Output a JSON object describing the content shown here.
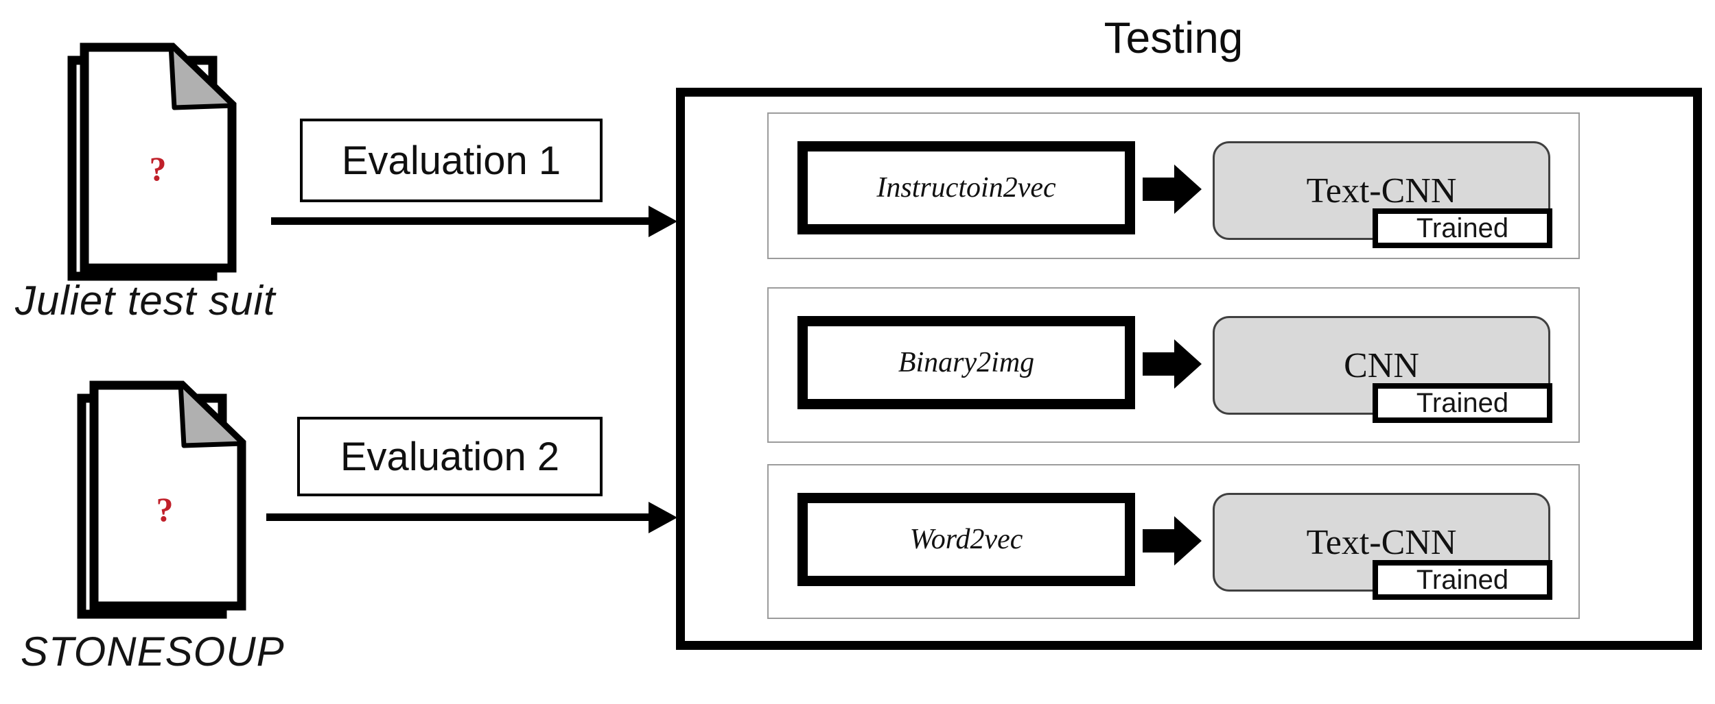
{
  "title": "Testing",
  "sources": [
    {
      "label": "Juliet test suit",
      "icon_text": "?"
    },
    {
      "label": "STONESOUP",
      "icon_text": "?"
    }
  ],
  "evaluations": [
    {
      "label": "Evaluation 1"
    },
    {
      "label": "Evaluation 2"
    }
  ],
  "pipelines": [
    {
      "embedding": "Instructoin2vec",
      "model": "Text-CNN",
      "badge": "Trained"
    },
    {
      "embedding": "Binary2img",
      "model": "CNN",
      "badge": "Trained"
    },
    {
      "embedding": "Word2vec",
      "model": "Text-CNN",
      "badge": "Trained"
    }
  ],
  "colors": {
    "model_fill": "#d9d9d9",
    "question_mark": "#c0202a",
    "fold_gray": "#b0b0b0",
    "row_border": "#9b9b9b"
  }
}
